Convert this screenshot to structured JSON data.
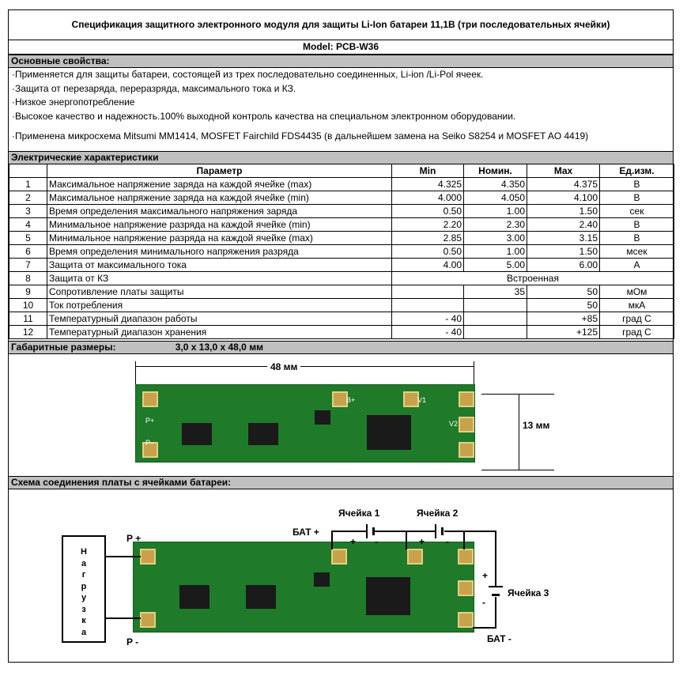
{
  "title": "Спецификация защитного электронного модуля для защиты Li-Ion батареи  11,1В (три последовательных ячейки)",
  "model": "Model: PCB-W36",
  "sections": {
    "main_props": "Основные свойства:",
    "electrical": "Электрические характеристики",
    "dimensions_label": "Габаритные размеры:",
    "dimensions_value": "3,0 х 13,0 х 48,0 мм",
    "wiring": "Схема соединения платы с ячейками батареи:"
  },
  "properties": [
    "·Применяется для защиты батареи, состоящей из трех последовательно соединенных, Li-ion /Li-Pol ячеек.",
    "·Защита от перезаряда, переразряда, максимального тока и КЗ.",
    "·Низкое энергопотребление",
    "·Высокое качество и надежность.100% выходной контроль качества на специальном электронном оборудовании.",
    "·Применена микросхема Mitsumi MM1414, MOSFET Fairchild FDS4435 (в дальнейшем замена на Seiko S8254 и MOSFET AO 4419)"
  ],
  "table": {
    "headers": [
      "",
      "Параметр",
      "Min",
      "Номин.",
      "Max",
      "Ед.изм."
    ],
    "rows": [
      [
        "1",
        "Максимальное напряжение заряда на каждой ячейке (max)",
        "4.325",
        "4.350",
        "4.375",
        "В"
      ],
      [
        "2",
        "Максимальное напряжение заряда на каждой ячейке (min)",
        "4.000",
        "4.050",
        "4.100",
        "В"
      ],
      [
        "3",
        "Время определения максимального напряжения заряда",
        "0.50",
        "1.00",
        "1.50",
        "сек"
      ],
      [
        "4",
        "Минимальное напряжение разряда на каждой ячейке (min)",
        "2.20",
        "2.30",
        "2.40",
        "В"
      ],
      [
        "5",
        "Минимальное напряжение разряда на каждой ячейке (max)",
        "2.85",
        "3.00",
        "3.15",
        "В"
      ],
      [
        "6",
        "Время определения минимального напряжения разряда",
        "0.50",
        "1.00",
        "1.50",
        "мсек"
      ],
      [
        "7",
        "Защита от максимального тока",
        "4.00",
        "5.00",
        "6.00",
        "А"
      ],
      [
        "9",
        "Сопротивление платы защиты",
        "",
        "35",
        "50",
        "мОм"
      ],
      [
        "10",
        "Ток потребления",
        "",
        "",
        "50",
        "мкА"
      ],
      [
        "11",
        "Температурный диапазон работы",
        "- 40",
        "",
        "+85",
        "град С"
      ],
      [
        "12",
        "Температурный диапазон хранения",
        "- 40",
        "",
        "+125",
        "град С"
      ]
    ],
    "row8": {
      "num": "8",
      "param": "Защита от КЗ",
      "value": "Встроенная"
    }
  },
  "dims": {
    "length": "48 мм",
    "height": "13 мм"
  },
  "wiring": {
    "cell1": "Ячейка 1",
    "cell2": "Ячейка 2",
    "cell3": "Ячейка 3",
    "bat_plus": "БАТ +",
    "bat_minus": "БАТ -",
    "p_plus": "P +",
    "p_minus": "P -",
    "plus": "+",
    "minus": "-",
    "load_letters": [
      "Н",
      "а",
      "г",
      "р",
      "у",
      "з",
      "к",
      "а"
    ]
  },
  "board_silk": {
    "p_plus": "P+",
    "p_minus": "P–",
    "bplus": "B+",
    "v1": "V1",
    "v2": "V2"
  },
  "colors": {
    "header_bar": "#c0c0c0",
    "pcb": "#1f7a2a",
    "pad": "#c8a24a"
  }
}
